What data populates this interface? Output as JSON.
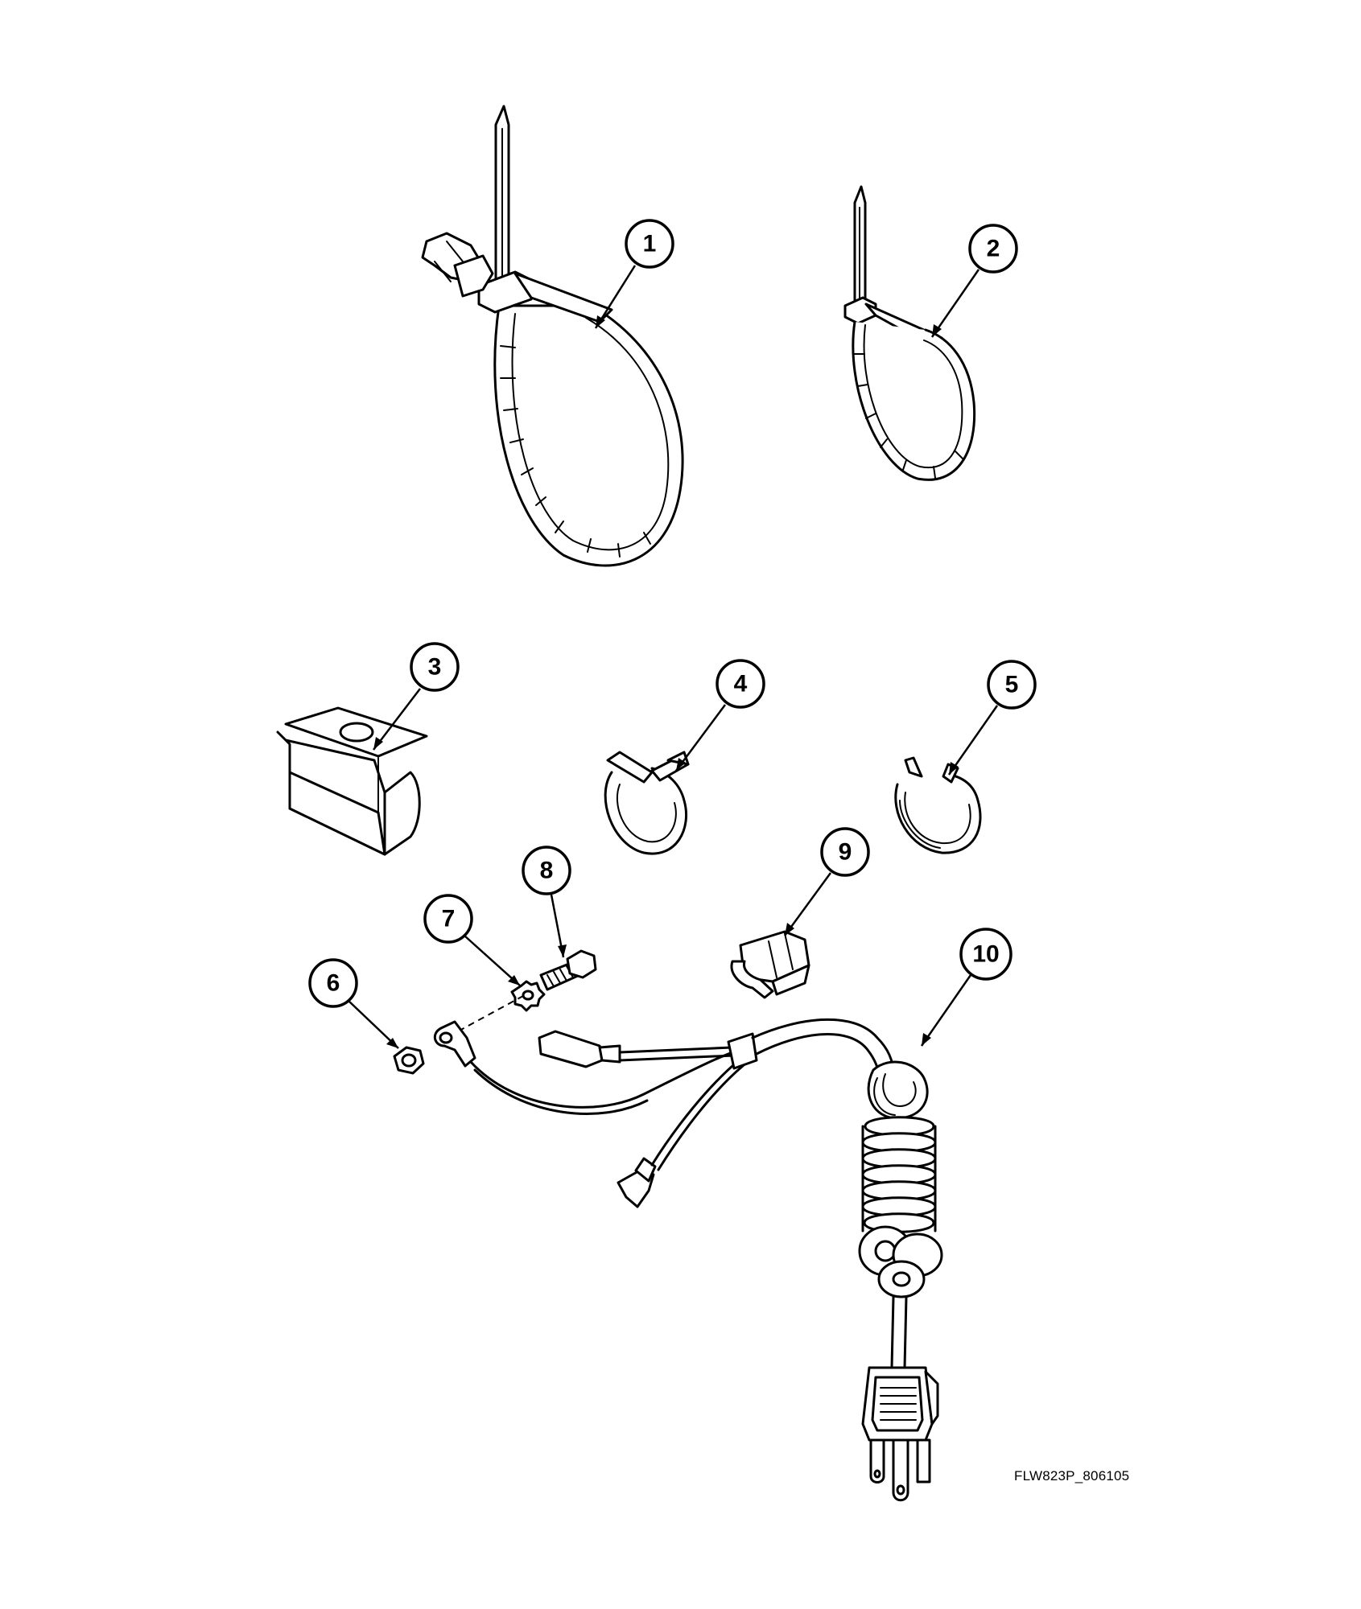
{
  "callouts": [
    {
      "id": "1",
      "label": "1"
    },
    {
      "id": "2",
      "label": "2"
    },
    {
      "id": "3",
      "label": "3"
    },
    {
      "id": "4",
      "label": "4"
    },
    {
      "id": "5",
      "label": "5"
    },
    {
      "id": "6",
      "label": "6"
    },
    {
      "id": "7",
      "label": "7"
    },
    {
      "id": "8",
      "label": "8"
    },
    {
      "id": "9",
      "label": "9"
    },
    {
      "id": "10",
      "label": "10"
    }
  ],
  "parts": [
    {
      "ref": "1",
      "icon": "cable-tie-with-push-mount-icon"
    },
    {
      "ref": "2",
      "icon": "cable-tie-icon"
    },
    {
      "ref": "3",
      "icon": "clip-icon"
    },
    {
      "ref": "4",
      "icon": "hose-clamp-icon"
    },
    {
      "ref": "5",
      "icon": "spring-clamp-icon"
    },
    {
      "ref": "6",
      "icon": "nut-icon"
    },
    {
      "ref": "7",
      "icon": "star-washer-icon"
    },
    {
      "ref": "8",
      "icon": "screw-icon"
    },
    {
      "ref": "9",
      "icon": "cord-bushing-icon"
    },
    {
      "ref": "10",
      "icon": "power-cord-icon"
    }
  ],
  "figure_code": "FLW823P_806105",
  "colors": {
    "line": "#000000",
    "background": "#ffffff"
  }
}
